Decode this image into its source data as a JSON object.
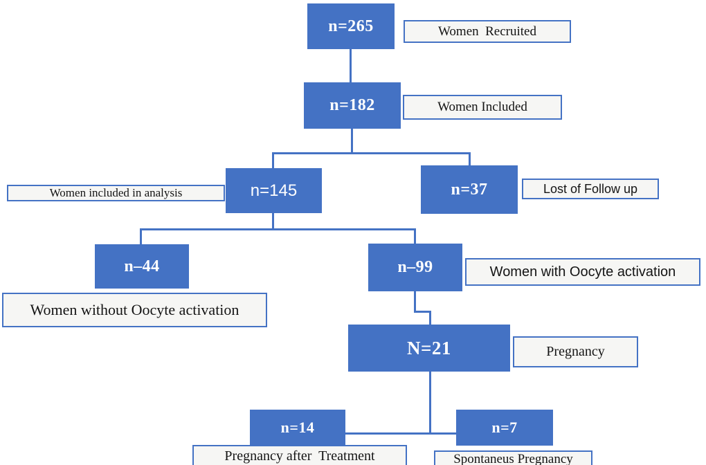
{
  "diagram": {
    "type": "flowchart",
    "accent_color": "#4472C4",
    "label_fill": "#f6f6f4",
    "background": "#ffffff",
    "text_color_nodes": "#ffffff",
    "text_color_labels": "#141414"
  },
  "boxes": {
    "n265": "n=265",
    "n182": "n=182",
    "n145": "n=145",
    "n37": "n=37",
    "n44": "n–44",
    "n99": "n–99",
    "n21": "N=21",
    "n14": "n=14",
    "n7": "n=7"
  },
  "labels": {
    "recruited": "Women  Recruited",
    "included": "Women Included",
    "analysis": "Women included in analysis",
    "lost": "Lost of Follow up",
    "with_activation": "Women with Oocyte activation",
    "without_activation": "Women without Oocyte activation",
    "pregnancy": "Pregnancy",
    "after_treatment": "Pregnancy after  Treatment",
    "spontaneous": "Spontaneus Pregnancy"
  }
}
